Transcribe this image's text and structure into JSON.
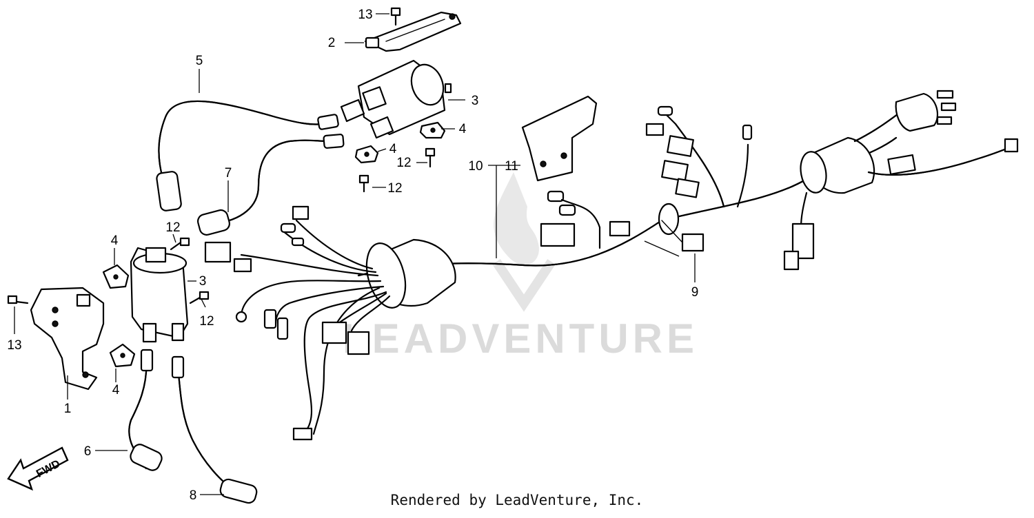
{
  "callouts": {
    "c1": "1",
    "c2": "2",
    "c3a": "3",
    "c3b": "3",
    "c4a": "4",
    "c4b": "4",
    "c4c": "4",
    "c4d": "4",
    "c5": "5",
    "c6": "6",
    "c7": "7",
    "c8": "8",
    "c9": "9",
    "c10": "10",
    "c11": "11",
    "c12a": "12",
    "c12b": "12",
    "c12c": "12",
    "c12d": "12",
    "c13a": "13",
    "c13b": "13"
  },
  "fwd_label": "FWD",
  "watermark": "LEADVENTURE",
  "footer": "Rendered by LeadVenture, Inc."
}
